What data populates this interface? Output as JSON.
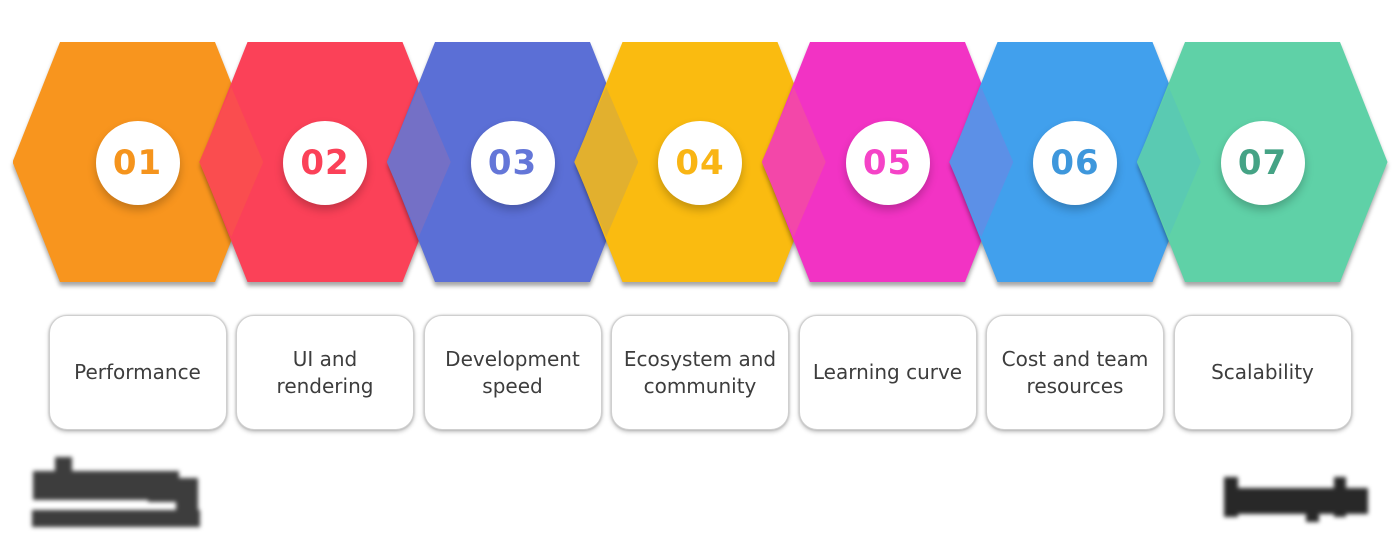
{
  "diagram": {
    "background_color": "#ffffff",
    "circle_fill_color": "#ffffff",
    "card_text_color": "#3d3d3d",
    "card_fill_color": "#ffffff",
    "card_border_color": "#cfcfcf",
    "steps": [
      {
        "number": "01",
        "label": "Performance",
        "hex_color": "#F8951E",
        "number_color": "#F5941D"
      },
      {
        "number": "02",
        "label": "UI and rendering",
        "hex_color": "#FB4158",
        "number_color": "#FB4158"
      },
      {
        "number": "03",
        "label": "Development speed",
        "hex_color": "#5B6FD6",
        "number_color": "#6476D8"
      },
      {
        "number": "04",
        "label": "Ecosystem and community",
        "hex_color": "#FABB10",
        "number_color": "#F9B514"
      },
      {
        "number": "05",
        "label": "Learning curve",
        "hex_color": "#F233C4",
        "number_color": "#F543C7"
      },
      {
        "number": "06",
        "label": "Cost and team resources",
        "hex_color": "#41A0ED",
        "number_color": "#3E97DC"
      },
      {
        "number": "07",
        "label": "Scalability",
        "hex_color": "#5FD1A7",
        "number_color": "#45A385"
      }
    ],
    "junctions": [
      {
        "between": "01-02",
        "blend_color": "#FA4D4F"
      },
      {
        "between": "02-03",
        "blend_color": "#7470C6"
      },
      {
        "between": "03-04",
        "blend_color": "#E2B02E"
      },
      {
        "between": "04-05",
        "blend_color": "#F347A9"
      },
      {
        "between": "05-06",
        "blend_color": "#5C90E7"
      },
      {
        "between": "06-07",
        "blend_color": "#5ACAB2"
      }
    ],
    "watermarks": {
      "left": {
        "description": "blurred illegible wordmark with thick underline",
        "color": "#3d3d3d"
      },
      "right": {
        "description": "blurred illegible wordmark",
        "color": "#282828"
      }
    }
  }
}
